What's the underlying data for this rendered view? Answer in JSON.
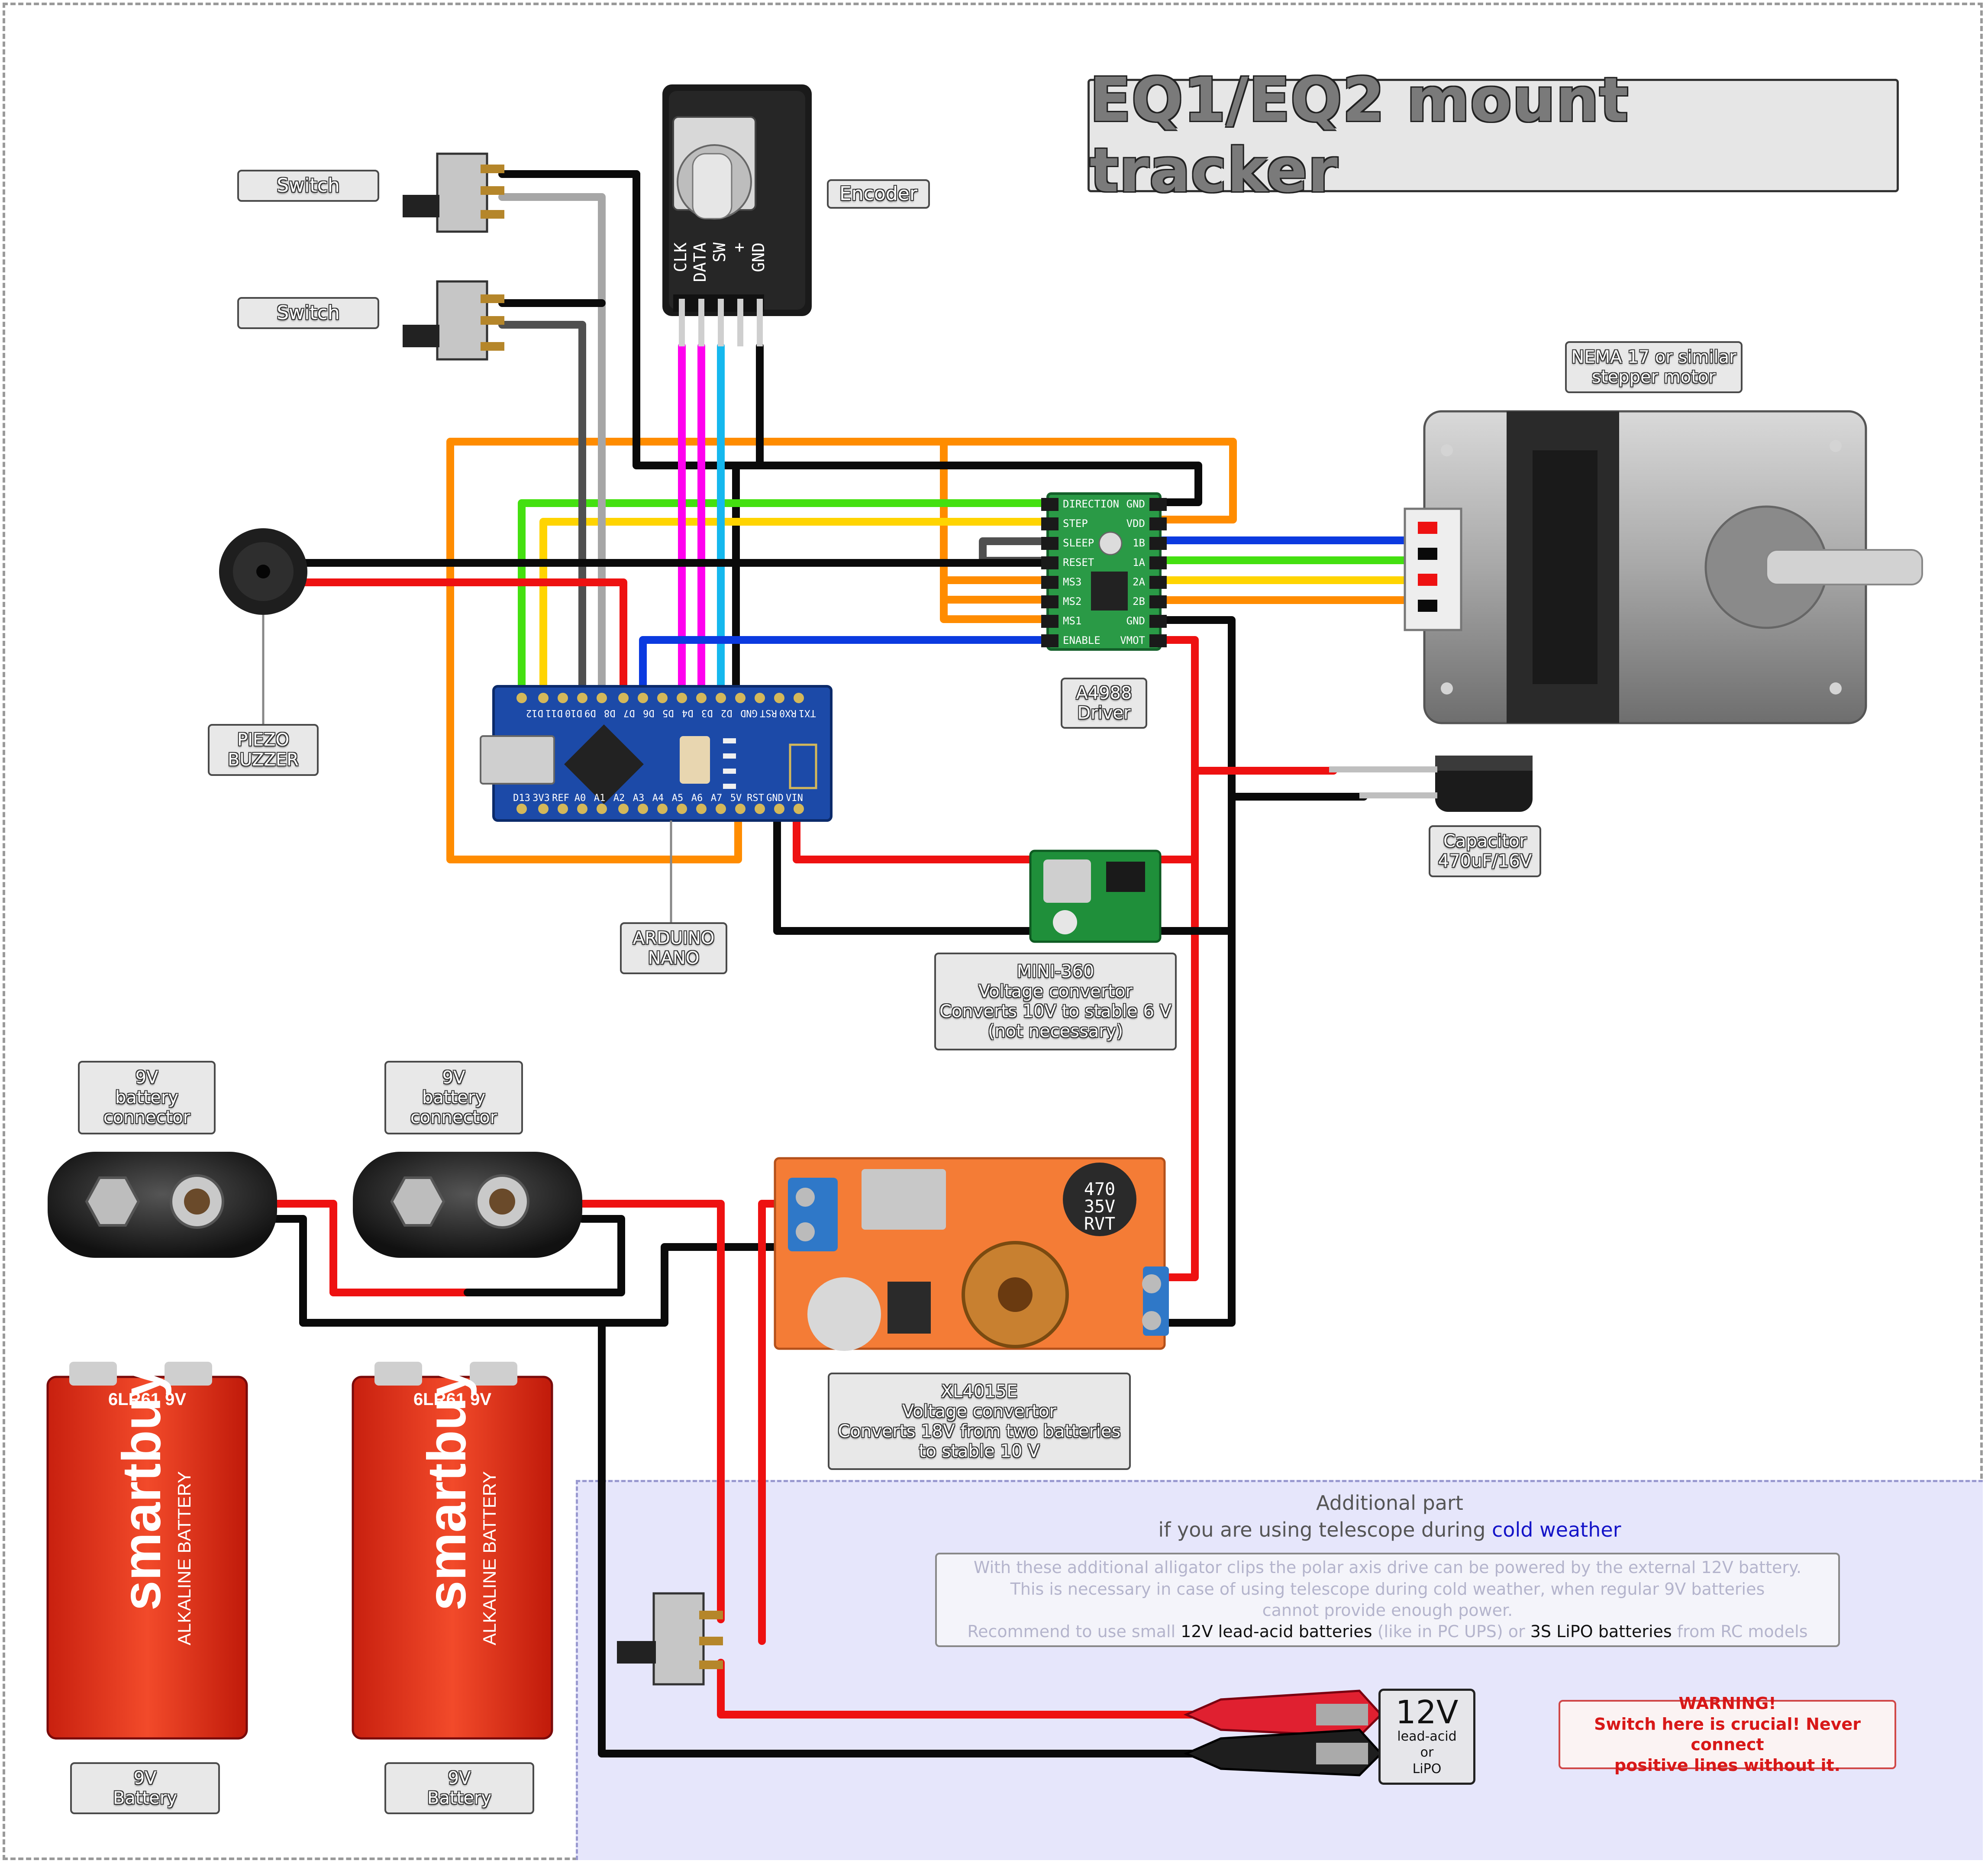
{
  "title": "EQ1/EQ2 mount tracker",
  "components": {
    "switch1": "Switch",
    "switch2": "Switch",
    "encoder": "Encoder",
    "encoder_pins": [
      "CLK",
      "DATA",
      "SW",
      "+",
      "GND"
    ],
    "motor": [
      "NEMA 17 or similar",
      "stepper motor"
    ],
    "piezo": [
      "PIEZO",
      "BUZZER"
    ],
    "driver": [
      "A4988",
      "Driver"
    ],
    "driver_pins_left": [
      "DIRECTION",
      "STEP",
      "SLEEP",
      "RESET",
      "MS3",
      "MS2",
      "MS1",
      "ENABLE"
    ],
    "driver_pins_right": [
      "GND",
      "VDD",
      "1B",
      "1A",
      "2A",
      "2B",
      "GND",
      "VMOT"
    ],
    "arduino": [
      "ARDUINO",
      "NANO"
    ],
    "arduino_pins_top": [
      "D12",
      "D11",
      "D10",
      "D9",
      "D8",
      "D7",
      "D6",
      "D5",
      "D4",
      "D3",
      "D2",
      "GND",
      "RST",
      "RX0",
      "TX1"
    ],
    "arduino_pins_bottom": [
      "D13",
      "3V3",
      "REF",
      "A0",
      "A1",
      "A2",
      "A3",
      "A4",
      "A5",
      "A6",
      "A7",
      "5V",
      "RST",
      "GND",
      "VIN"
    ],
    "capacitor": [
      "Capacitor",
      "470uF/16V"
    ],
    "mini360": [
      "MINI-360",
      "Voltage convertor",
      "Converts 10V to stable 6 V",
      "(not necessary)"
    ],
    "batt_connector1": [
      "9V",
      "battery",
      "connector"
    ],
    "batt_connector2": [
      "9V",
      "battery",
      "connector"
    ],
    "xl4015": [
      "XL4015E",
      "Voltage convertor",
      "Converts 18V from two batteries",
      "to stable 10 V"
    ],
    "battery1": [
      "9V",
      "Battery"
    ],
    "battery2": [
      "9V",
      "Battery"
    ],
    "battery_print": {
      "model": "6LR61 9V",
      "brand": "smartbuy",
      "type": "ALKALINE BATTERY"
    },
    "cap_print": {
      "top": "470",
      "mid": "35V",
      "bot": "RVT"
    }
  },
  "cold_section": {
    "heading": "Additional part",
    "sub_prefix": "if you are using telescope during",
    "sub_highlight": "cold weather",
    "note_lines": [
      "With these additional alligator clips the polar axis drive can be powered by the external 12V battery.",
      "This is necessary in case of using telescope during cold weather, when regular 9V batteries",
      "cannot provide enough power."
    ],
    "note_last": {
      "a": "Recommend to use small",
      "b": "12V lead-acid batteries",
      "c": "(like in PC UPS) or",
      "d": "3S LiPO batteries",
      "e": "from RC models"
    },
    "battery_box": {
      "big": "12V",
      "l1": "lead-acid",
      "l2": "or",
      "l3": "LiPO"
    },
    "warning": {
      "title": "WARNING!",
      "l1": "Switch here is crucial! Never connect",
      "l2": "positive lines without it."
    }
  },
  "colors": {
    "black": "#0a0a0a",
    "red": "#ee1111",
    "orange": "#ff8c00",
    "green": "#44e010",
    "yellow": "#ffd400",
    "blue": "#0b3ae0",
    "magenta": "#ff00ee",
    "cyan": "#15b8ee",
    "gray": "#a6a6a6",
    "darkgray": "#505050",
    "board_blue": "#1c4aa8",
    "board_green": "#2a9a46"
  }
}
